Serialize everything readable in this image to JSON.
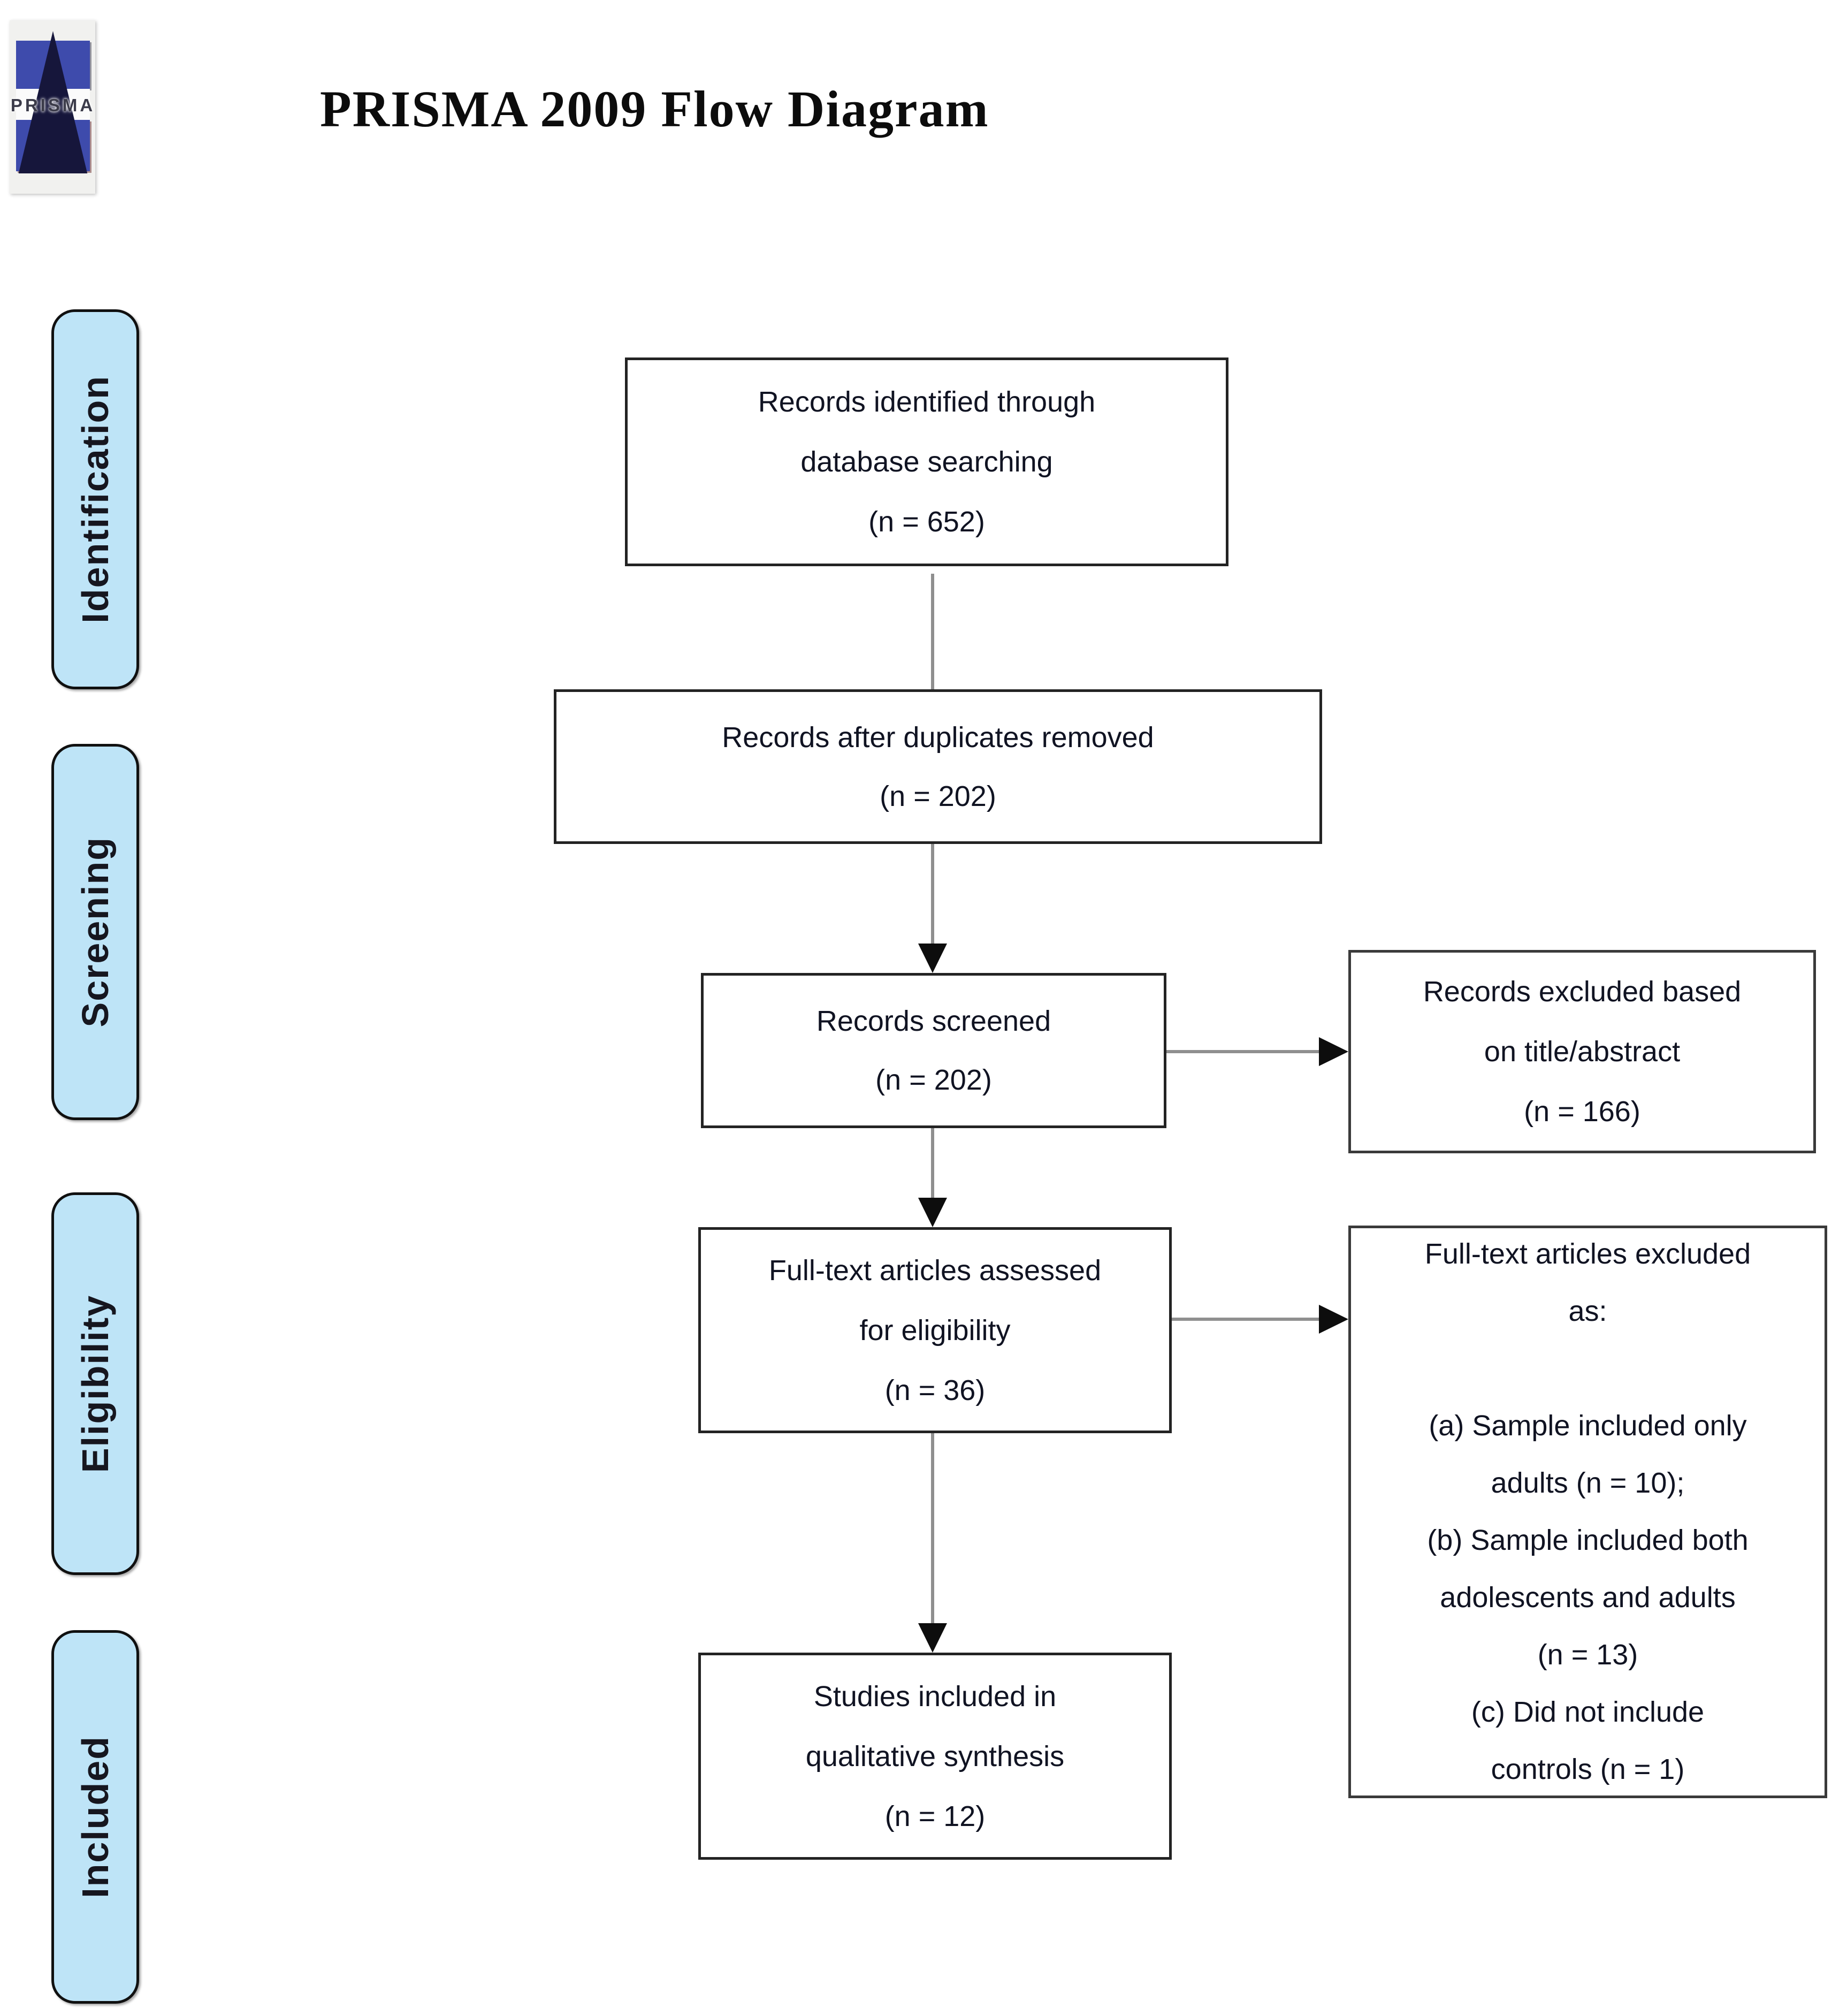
{
  "title": "PRISMA 2009 Flow Diagram",
  "logo": {
    "word": "PRISMA"
  },
  "sidebar": {
    "items": [
      {
        "label": "Identification"
      },
      {
        "label": "Screening"
      },
      {
        "label": "Eligibility"
      },
      {
        "label": "Included"
      }
    ]
  },
  "flow": {
    "identified": {
      "lines": [
        "Records identified through",
        "database searching",
        "(n = 652)"
      ]
    },
    "duplicates": {
      "lines": [
        "Records after duplicates removed",
        "(n = 202)"
      ]
    },
    "screened": {
      "lines": [
        "Records screened",
        "(n = 202)"
      ]
    },
    "fulltext": {
      "lines": [
        "Full-text articles assessed",
        "for eligibility",
        "(n = 36)"
      ]
    },
    "included": {
      "lines": [
        "Studies included in",
        "qualitative synthesis",
        "(n = 12)"
      ]
    }
  },
  "excluded": {
    "title_abstract": {
      "lines": [
        "Records excluded based",
        "on title/abstract",
        "(n = 166)"
      ]
    },
    "fulltext_reasons": {
      "lines": [
        "Full-text articles excluded",
        "as:",
        "",
        "(a) Sample included only",
        "adults (n = 10);",
        "(b) Sample included both",
        "adolescents and adults",
        "(n = 13)",
        "(c) Did not include",
        "controls (n = 1)"
      ]
    }
  },
  "colors": {
    "stage_fill": "#BEE4F7",
    "node_border": "#232323",
    "connector_line": "#8F8F8F",
    "arrowhead": "#0D0D0D",
    "logo_blue": "#3E4BAC",
    "logo_triangle": "#16163B"
  }
}
